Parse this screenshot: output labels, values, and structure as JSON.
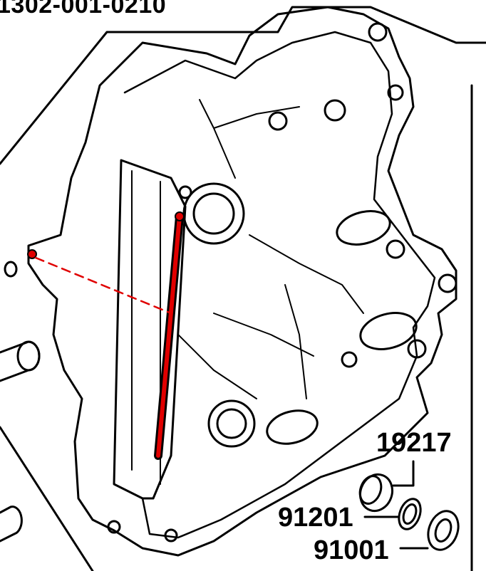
{
  "diagram": {
    "part_number": "1302-001-0210",
    "callouts": [
      "19217",
      "91201",
      "91001"
    ],
    "line_color": "#000000",
    "highlight_color": "#e00000"
  }
}
